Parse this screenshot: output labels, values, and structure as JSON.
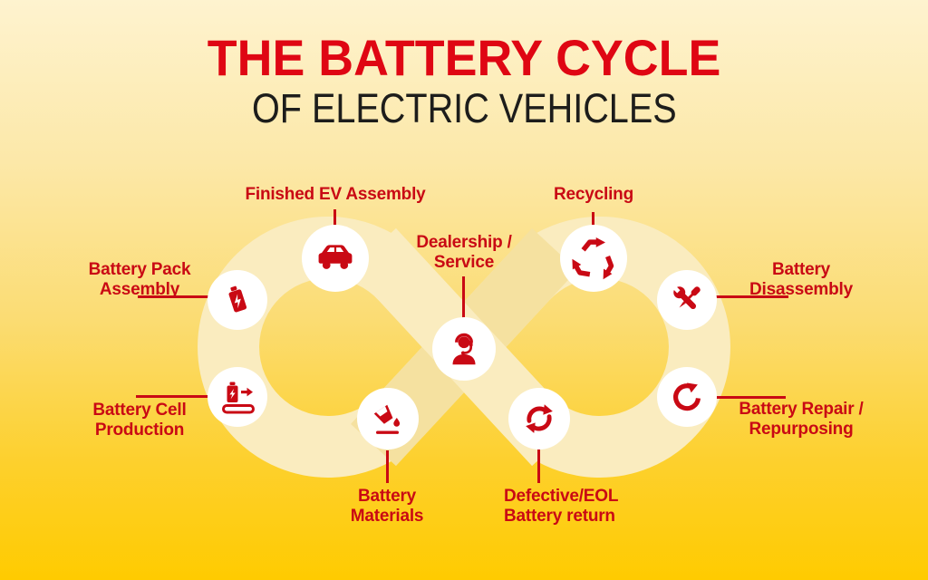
{
  "title": {
    "main": "THE BATTERY CYCLE",
    "subtitle": "OF ELECTRIC VEHICLES"
  },
  "colors": {
    "background_top": "#FEF3CF",
    "background_bottom": "#FFCB00",
    "band": "#FAECBF",
    "band_under": "#F5E1A0",
    "title_red": "#DF0613",
    "label_red": "#C90914",
    "icon_red": "#C90914",
    "badge_white": "#FFFFFF",
    "subtitle_black": "#1D1D1B"
  },
  "diagram_shape": "infinity-loop",
  "stages": [
    {
      "id": "finished-ev-assembly",
      "icon": "car-icon",
      "lines": [
        "Finished EV Assembly"
      ]
    },
    {
      "id": "battery-pack-assembly",
      "icon": "battery-bolt-icon",
      "lines": [
        "Battery Pack",
        "Assembly"
      ]
    },
    {
      "id": "battery-cell-production",
      "icon": "battery-conveyor-icon",
      "lines": [
        "Battery Cell",
        "Production"
      ]
    },
    {
      "id": "battery-materials",
      "icon": "pouring-crucible-icon",
      "lines": [
        "Battery",
        "Materials"
      ]
    },
    {
      "id": "dealership-service",
      "icon": "headset-person-icon",
      "lines": [
        "Dealership /",
        "Service"
      ]
    },
    {
      "id": "recycling",
      "icon": "recycle-icon",
      "lines": [
        "Recycling"
      ]
    },
    {
      "id": "battery-disassembly",
      "icon": "tools-icon",
      "lines": [
        "Battery",
        "Disassembly"
      ]
    },
    {
      "id": "battery-repair-repurposing",
      "icon": "rotate-ccw-icon",
      "lines": [
        "Battery Repair /",
        "Repurposing"
      ]
    },
    {
      "id": "defective-eol-battery-return",
      "icon": "cycle-arrows-icon",
      "lines": [
        "Defective/EOL",
        "Battery return"
      ]
    }
  ]
}
